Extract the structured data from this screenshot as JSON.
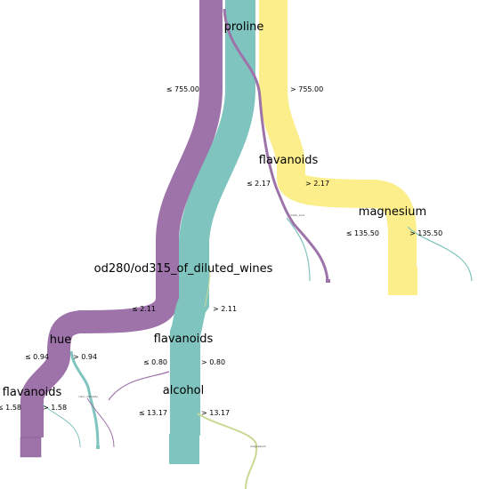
{
  "colors": {
    "class_0": "#9e73aa",
    "class_1": "#7fc4bf",
    "class_2": "#fcee8a"
  },
  "tree": {
    "root": {
      "feature": "proline",
      "left": "≤ 755.00",
      "right": "> 755.00"
    },
    "right_node": {
      "feature": "flavanoids",
      "left": "≤ 2.17",
      "right": "> 2.17"
    },
    "small_right_left": {
      "feature": "malic_acid"
    },
    "right_right": {
      "feature": "magnesium",
      "left": "≤ 135.50",
      "right": "> 135.50"
    },
    "left_node": {
      "feature": "od280/od315_of_diluted_wines",
      "left": "≤ 2.11",
      "right": "> 2.11"
    },
    "hue_node": {
      "feature": "hue",
      "left": "≤ 0.94",
      "right": "> 0.94"
    },
    "flav_left": {
      "feature": "flavanoids",
      "left": "≤ 1.58",
      "right": "> 1.58"
    },
    "small_hue_right": {
      "feature": "color_intensity"
    },
    "flav_mid": {
      "feature": "flavanoids",
      "left": "≤ 0.80",
      "right": "> 0.80"
    },
    "alcohol_node": {
      "feature": "alcohol",
      "left": "≤ 13.17",
      "right": "> 13.17"
    },
    "small_alcohol_right": {
      "feature": "magnesium"
    }
  }
}
